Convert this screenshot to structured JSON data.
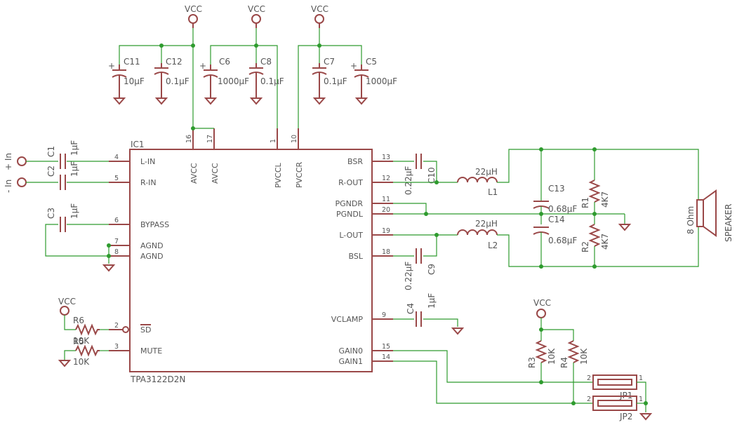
{
  "ic": {
    "ref": "IC1",
    "part": "TPA3122D2N",
    "pins_left": [
      {
        "num": "4",
        "name": "L-IN"
      },
      {
        "num": "5",
        "name": "R-IN"
      },
      {
        "num": "6",
        "name": "BYPASS"
      },
      {
        "num": "7",
        "name": "AGND"
      },
      {
        "num": "8",
        "name": "AGND"
      },
      {
        "num": "2",
        "name": "SD"
      },
      {
        "num": "3",
        "name": "MUTE"
      }
    ],
    "pins_top": [
      {
        "num": "16",
        "name": "AVCC"
      },
      {
        "num": "17",
        "name": "AVCC"
      },
      {
        "num": "1",
        "name": "PVCCL"
      },
      {
        "num": "10",
        "name": "PVCCR"
      }
    ],
    "pins_right": [
      {
        "num": "13",
        "name": "BSR"
      },
      {
        "num": "12",
        "name": "R-OUT"
      },
      {
        "num": "11",
        "name": "PGNDR"
      },
      {
        "num": "20",
        "name": "PGNDL"
      },
      {
        "num": "19",
        "name": "L-OUT"
      },
      {
        "num": "18",
        "name": "BSL"
      },
      {
        "num": "9",
        "name": "VCLAMP"
      },
      {
        "num": "15",
        "name": "GAIN0"
      },
      {
        "num": "14",
        "name": "GAIN1"
      }
    ]
  },
  "power": {
    "vcc": "VCC"
  },
  "inputs": {
    "plus_in": "+ In",
    "minus_in": "- In"
  },
  "capacitors": [
    {
      "ref": "C11",
      "value": "10µF"
    },
    {
      "ref": "C12",
      "value": "0.1µF"
    },
    {
      "ref": "C6",
      "value": "1000µF"
    },
    {
      "ref": "C8",
      "value": "0.1µF"
    },
    {
      "ref": "C7",
      "value": "0.1µF"
    },
    {
      "ref": "C5",
      "value": "1000µF"
    },
    {
      "ref": "C1",
      "value": "1µF"
    },
    {
      "ref": "C2",
      "value": "1µF"
    },
    {
      "ref": "C3",
      "value": "1µF"
    },
    {
      "ref": "C10",
      "value": "0.22µF"
    },
    {
      "ref": "C9",
      "value": "0.22µF"
    },
    {
      "ref": "C4",
      "value": "1µF"
    },
    {
      "ref": "C13",
      "value": "0.68µF"
    },
    {
      "ref": "C14",
      "value": "0.68µF"
    }
  ],
  "inductors": [
    {
      "ref": "L1",
      "value": "22µH"
    },
    {
      "ref": "L2",
      "value": "22µH"
    }
  ],
  "resistors": [
    {
      "ref": "R1",
      "value": "4K7"
    },
    {
      "ref": "R2",
      "value": "4K7"
    },
    {
      "ref": "R3",
      "value": "10K"
    },
    {
      "ref": "R4",
      "value": "10K"
    },
    {
      "ref": "R6",
      "value": "10K"
    },
    {
      "ref": "R5",
      "value": "10K"
    }
  ],
  "speaker": {
    "label": "SPEAKER",
    "value": "8 Ohm"
  },
  "jumpers": [
    {
      "ref": "JP1",
      "pin_a": "2",
      "pin_b": "1"
    },
    {
      "ref": "JP2",
      "pin_a": "2",
      "pin_b": "1"
    }
  ]
}
